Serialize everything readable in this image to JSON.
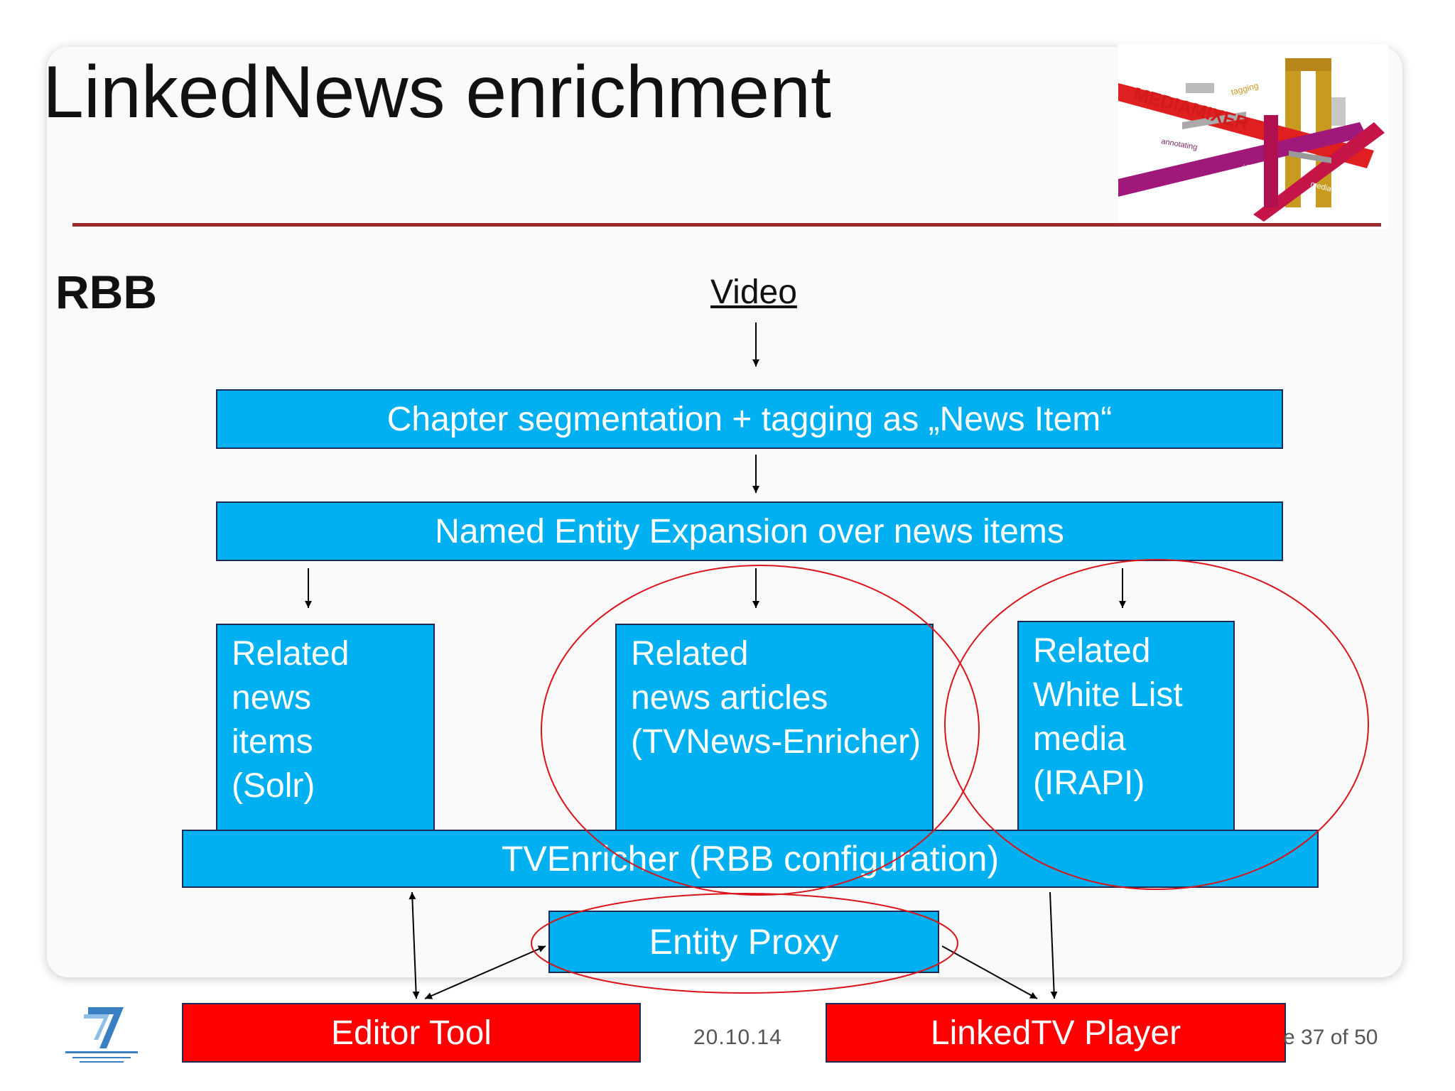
{
  "title": "LinkedNews enrichment",
  "subtitle": "RBB",
  "video_label": "Video",
  "boxes": {
    "chapter": "Chapter segmentation + tagging as „News Item“",
    "ner": "Named Entity Expansion over news items",
    "related_news_items": [
      "Related",
      "news",
      "items",
      "(Solr)"
    ],
    "related_news_articles": [
      "Related",
      "news articles",
      "(TVNews-Enricher)"
    ],
    "related_white_list": [
      "Related",
      "White List",
      "media",
      "(IRAPI)"
    ],
    "tvenricher": "TVEnricher (RBB configuration)",
    "entity_proxy": "Entity Proxy",
    "editor_tool": "Editor Tool",
    "linkedtv_player": "LinkedTV Player"
  },
  "logo": {
    "main_text": "MEDIAMIXER",
    "words": [
      "tagging",
      "annotating",
      "semantic",
      "media"
    ]
  },
  "footer": {
    "date": "20.10.14",
    "page": "e 37 of 50"
  },
  "colors": {
    "box_blue": "#00b0f0",
    "box_red": "#ff0000",
    "ellipse": "#d9141b",
    "rule": "#9b2a2c"
  }
}
